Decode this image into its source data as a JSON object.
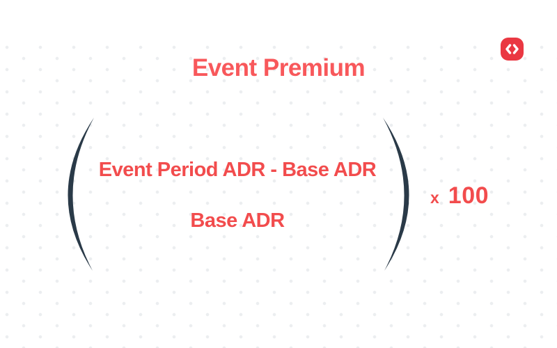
{
  "title": {
    "text": "Event Premium",
    "color": "#f8585b"
  },
  "formula": {
    "numerator": "Event Period ADR - Base ADR",
    "denominator": "Base ADR",
    "multiplier_symbol": "x",
    "multiplier_value": "100",
    "text_color": "#f24c4d",
    "paren_color": "#2a3a48"
  },
  "badge": {
    "icon": "code-icon",
    "background": "#ea3842",
    "glyph_color": "#ffffff"
  },
  "decor": {
    "dot_color": "#eceef0",
    "background": "#ffffff"
  }
}
